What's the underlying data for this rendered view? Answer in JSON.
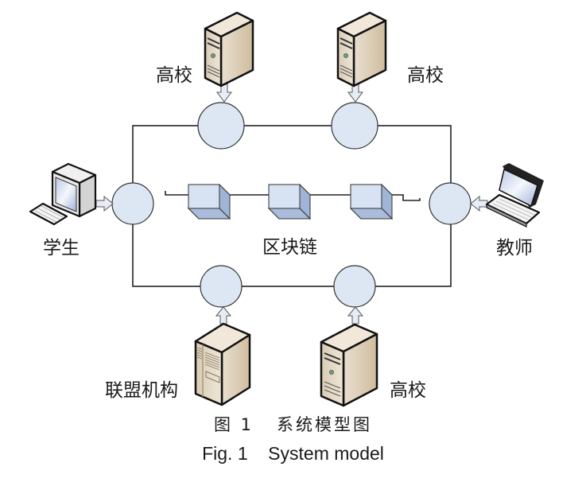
{
  "figure": {
    "caption_cn": "图 1   系统模型图",
    "caption_en": "Fig. 1    System model"
  },
  "nodes": {
    "top_left": {
      "label": "高校",
      "icon": "server-tower-icon"
    },
    "top_right": {
      "label": "高校",
      "icon": "server-tower-icon"
    },
    "left": {
      "label": "学生",
      "icon": "desktop-computer-icon"
    },
    "right": {
      "label": "教师",
      "icon": "laptop-icon"
    },
    "bottom_left": {
      "label": "联盟机构",
      "icon": "server-cabinet-icon"
    },
    "bottom_right": {
      "label": "高校",
      "icon": "server-tower-icon"
    }
  },
  "blockchain": {
    "label": "区块链",
    "block_count": 3
  },
  "colors": {
    "node_fill": "#dde6f3",
    "block_front": "#d7e2f2",
    "block_side": "#9fb4d6",
    "block_bottom": "#b3c5e2",
    "server_front": "#e8dcc8",
    "server_side": "#d8c7ab",
    "server_top": "#f1e8da",
    "arrow_fill": "#e6edf6",
    "line": "#222222"
  }
}
